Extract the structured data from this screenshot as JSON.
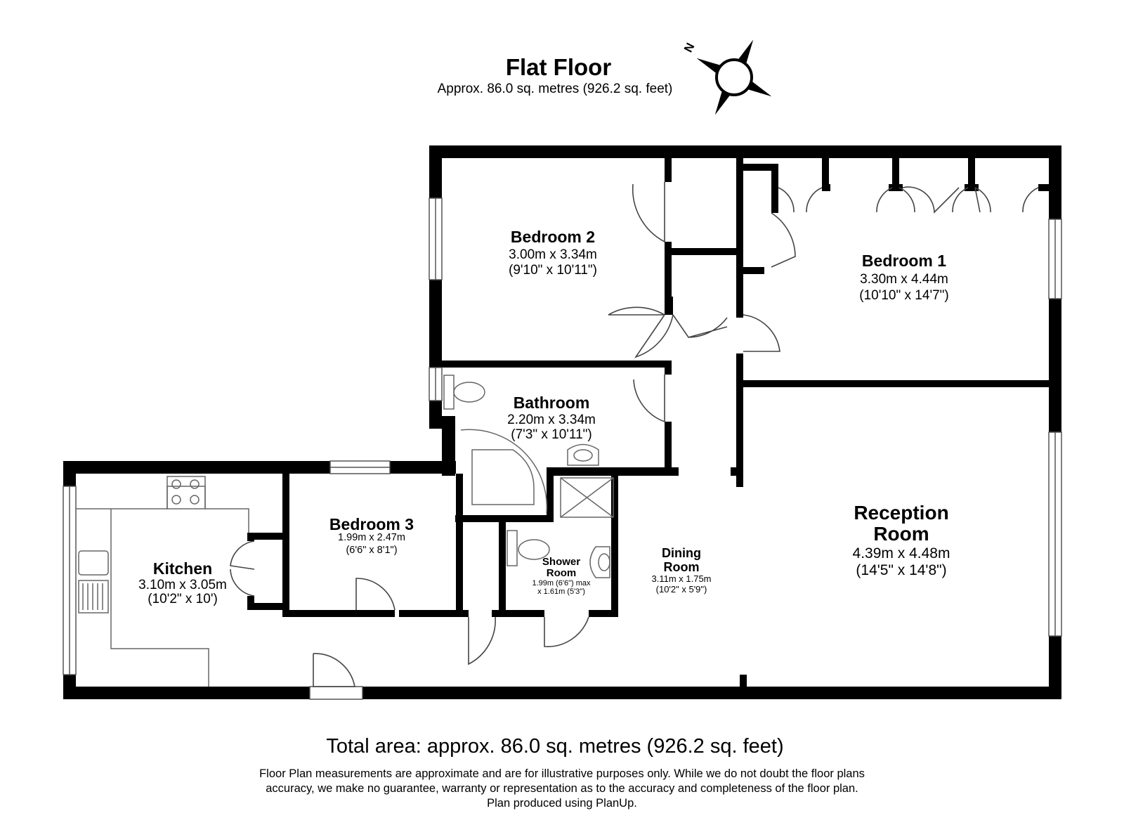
{
  "header": {
    "title": "Flat Floor",
    "subtitle": "Approx. 86.0 sq. metres (926.2 sq. feet)"
  },
  "compass": {
    "north_label": "N",
    "icon": "compass-rose-icon"
  },
  "rooms": {
    "bedroom2": {
      "name": "Bedroom 2",
      "metric": "3.00m x 3.34m",
      "imperial": "(9'10\" x 10'11\")"
    },
    "bedroom1": {
      "name": "Bedroom 1",
      "metric": "3.30m x 4.44m",
      "imperial": "(10'10\" x 14'7\")"
    },
    "bathroom": {
      "name": "Bathroom",
      "metric": "2.20m x 3.34m",
      "imperial": "(7'3\" x 10'11\")"
    },
    "bedroom3": {
      "name": "Bedroom 3",
      "metric": "1.99m x 2.47m",
      "imperial": "(6'6\" x 8'1\")"
    },
    "kitchen": {
      "name": "Kitchen",
      "metric": "3.10m x 3.05m",
      "imperial": "(10'2\" x 10')"
    },
    "shower": {
      "name_line1": "Shower",
      "name_line2": "Room",
      "dims_line1": "1.99m (6'6\") max",
      "dims_line2": "x 1.61m (5'3\")"
    },
    "dining": {
      "name_line1": "Dining",
      "name_line2": "Room",
      "metric": "3.11m x 1.75m",
      "imperial": "(10'2\" x 5'9\")"
    },
    "reception": {
      "name_line1": "Reception",
      "name_line2": "Room",
      "metric": "4.39m x 4.48m",
      "imperial": "(14'5\" x 14'8\")"
    }
  },
  "footer": {
    "total": "Total area: approx. 86.0 sq. metres (926.2 sq. feet)",
    "disclaimer_line1": "Floor Plan measurements are approximate and are for illustrative purposes only. While we do not doubt the floor plans",
    "disclaimer_line2": "accuracy, we make no guarantee, warranty or representation as to the accuracy and completeness of the floor plan.",
    "disclaimer_line3": "Plan produced using PlanUp."
  },
  "colors": {
    "wall": "#000000",
    "fixture_stroke": "#777777",
    "background": "#ffffff"
  }
}
